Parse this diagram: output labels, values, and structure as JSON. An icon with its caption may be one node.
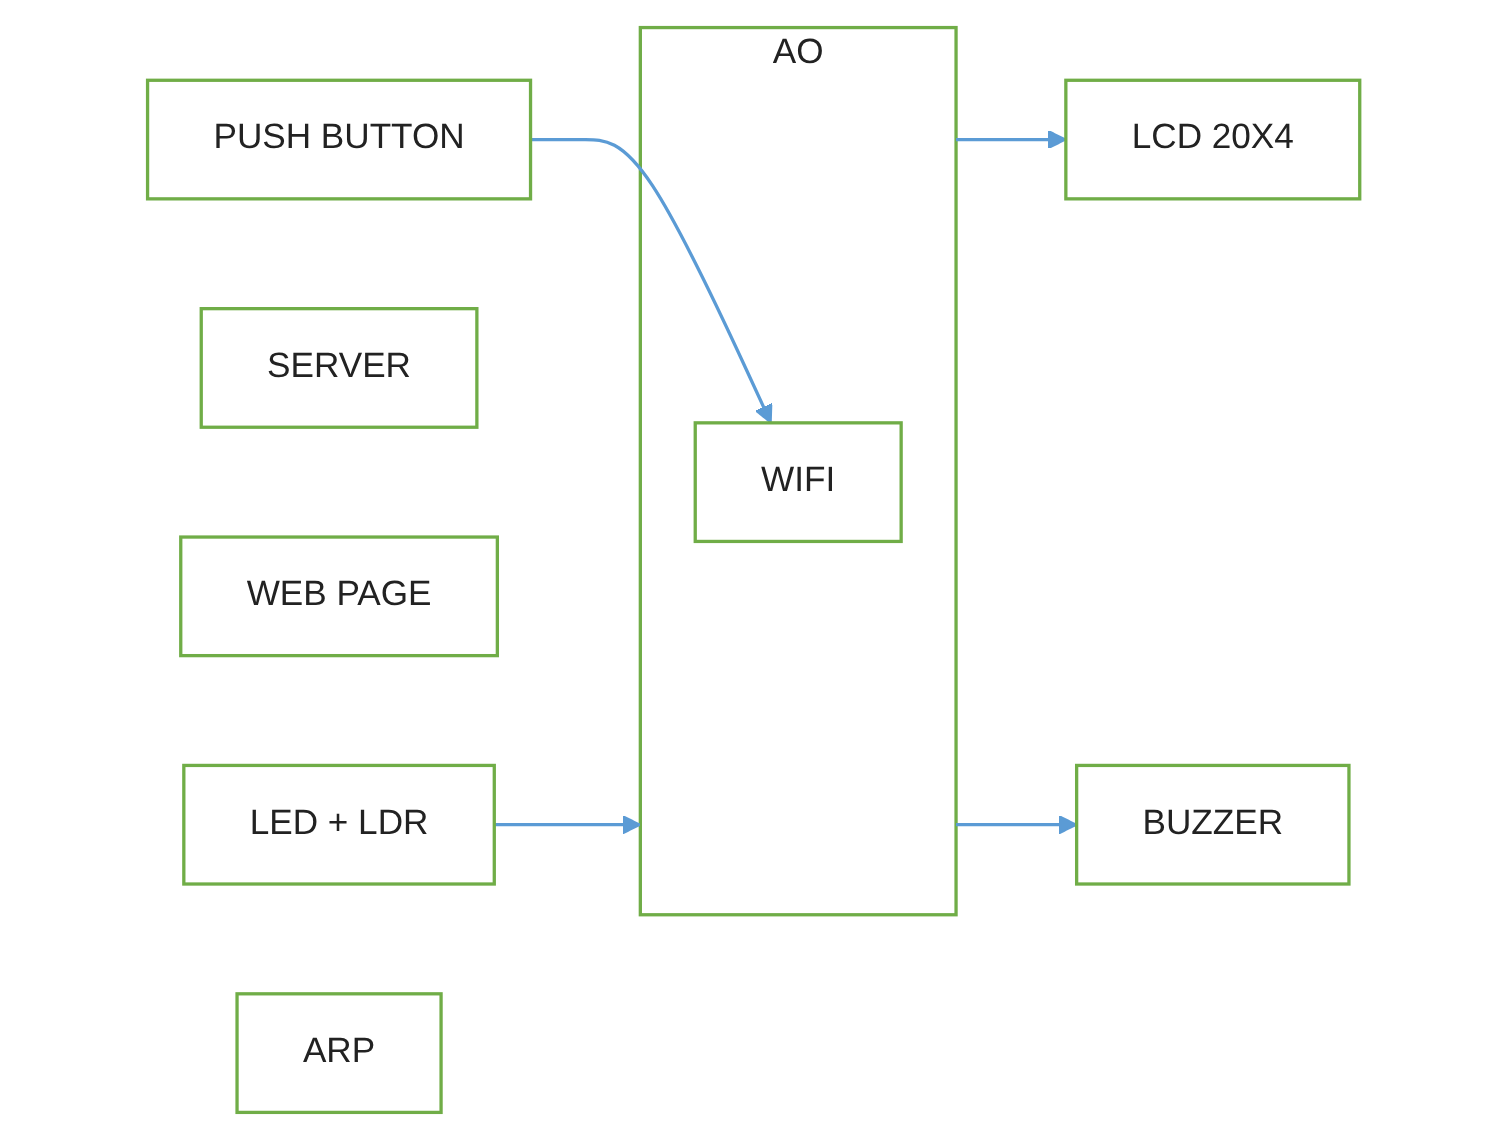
{
  "diagram": {
    "nodes": [
      {
        "text": [
          "LCD 20X4"
        ]
      },
      {
        "text": [
          "LED + LDR"
        ]
      },
      {
        "text": [
          "AO"
        ]
      },
      {
        "text": [
          "BUZZER"
        ]
      },
      {
        "text": [
          "SERVER"
        ]
      },
      {
        "text": [
          "WEB PAGE"
        ]
      },
      {
        "text": [
          "WIFI"
        ],
        "in": 2
      },
      {
        "text": [
          "PUSH BUTTON"
        ]
      },
      {
        "text": [
          "ARP"
        ]
      }
    ],
    "edges": [
      {
        "from": 1,
        "to": 2,
        "arrow": "to"
      },
      {
        "from": 2,
        "to": 0,
        "arrow": "to"
      },
      {
        "from": 2,
        "to": 3,
        "arrow": "to"
      },
      {
        "from": 7,
        "to": 6,
        "arrow": "to"
      }
    ]
  }
}
